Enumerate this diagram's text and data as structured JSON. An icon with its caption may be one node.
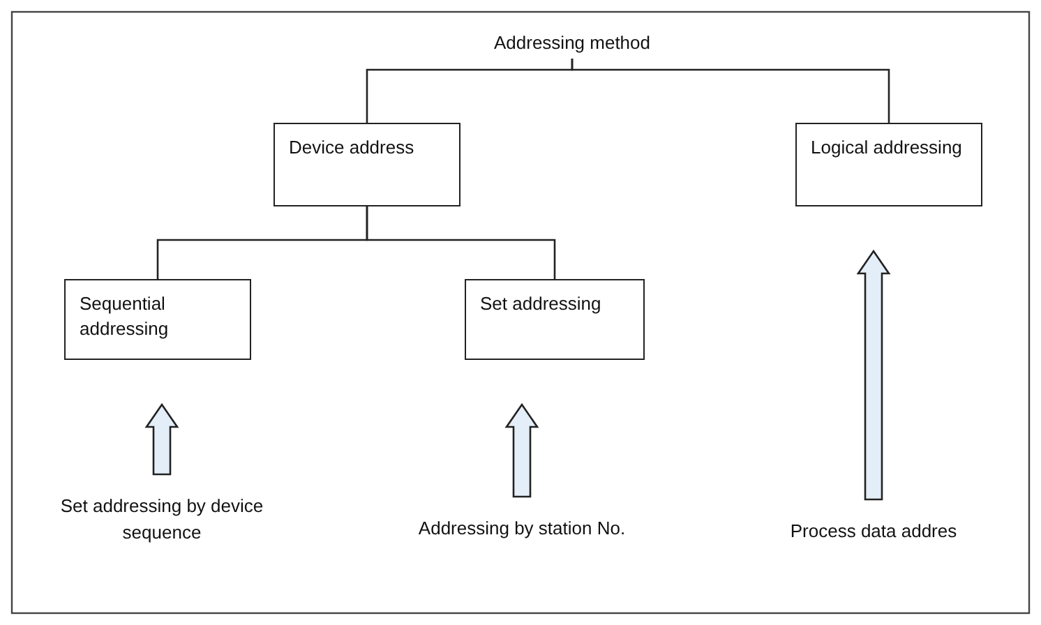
{
  "diagram": {
    "nodes": [
      {
        "text": [
          "Addressing method"
        ]
      },
      {
        "text": [
          "Device address"
        ]
      },
      {
        "text": [
          "Logical addressing"
        ]
      },
      {
        "text": [
          "Sequential addressing"
        ]
      },
      {
        "text": [
          "Set addressing"
        ]
      },
      {
        "text": [
          "Set addressing by device sequence"
        ]
      },
      {
        "text": [
          "Addressing by station No."
        ]
      },
      {
        "text": [
          "Process data addres"
        ]
      }
    ],
    "edges": [
      {
        "from": 0,
        "to": 1,
        "arrow": "none"
      },
      {
        "from": 0,
        "to": 2,
        "arrow": "none"
      },
      {
        "from": 1,
        "to": 3,
        "arrow": "none"
      },
      {
        "from": 1,
        "to": 4,
        "arrow": "none"
      },
      {
        "from": 5,
        "to": 3,
        "arrow": "to",
        "style": "thick"
      },
      {
        "from": 6,
        "to": 4,
        "arrow": "to",
        "style": "thick"
      },
      {
        "from": 7,
        "to": 2,
        "arrow": "to",
        "style": "thick"
      }
    ]
  }
}
